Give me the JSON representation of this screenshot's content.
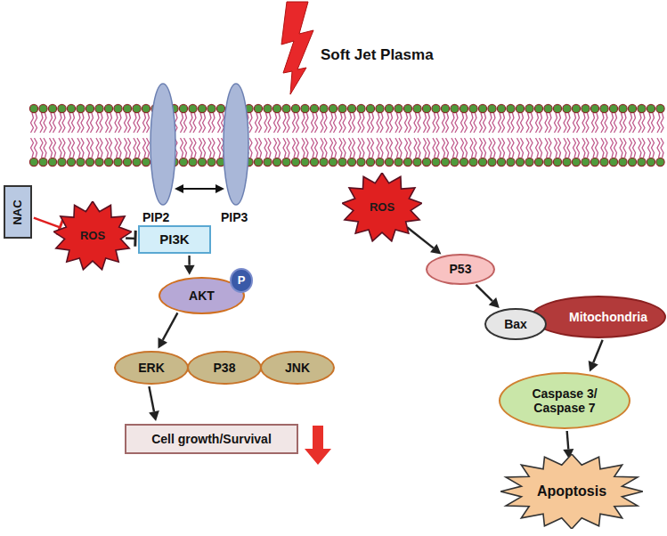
{
  "diagram": {
    "title": "Soft Jet Plasma",
    "nodes": [
      {
        "text": [
          "NAC"
        ]
      },
      {
        "text": [
          "ROS"
        ]
      },
      {
        "text": [
          "PI3K"
        ]
      },
      {
        "text": [
          "AKT"
        ]
      },
      {
        "text": [
          "P"
        ]
      },
      {
        "text": [
          "ERK"
        ]
      },
      {
        "text": [
          "P38"
        ]
      },
      {
        "text": [
          "JNK"
        ]
      },
      {
        "text": [
          "Cell growth/Survival"
        ]
      },
      {
        "text": [
          "ROS"
        ]
      },
      {
        "text": [
          "P53"
        ]
      },
      {
        "text": [
          "Mitochondria"
        ]
      },
      {
        "text": [
          "Bax"
        ]
      },
      {
        "text": [
          "Caspase 3/ Caspase 7"
        ]
      },
      {
        "text": [
          "Apoptosis"
        ]
      }
    ],
    "edges": [
      {
        "from": 0,
        "to": 1,
        "arrow": "to"
      },
      {
        "from": 1,
        "to": 2,
        "arrow": "to"
      },
      {
        "from": 2,
        "to": 3,
        "arrow": "to"
      },
      {
        "from": 3,
        "to": 5,
        "arrow": "to"
      },
      {
        "from": 5,
        "to": 8,
        "arrow": "to"
      },
      {
        "from": 9,
        "to": 10,
        "arrow": "to"
      },
      {
        "from": 10,
        "to": 12,
        "arrow": "to"
      },
      {
        "from": 11,
        "to": 13,
        "arrow": "to"
      },
      {
        "from": 13,
        "to": 14,
        "arrow": "to"
      }
    ],
    "labels": [
      "PIP2",
      "PIP3"
    ]
  }
}
